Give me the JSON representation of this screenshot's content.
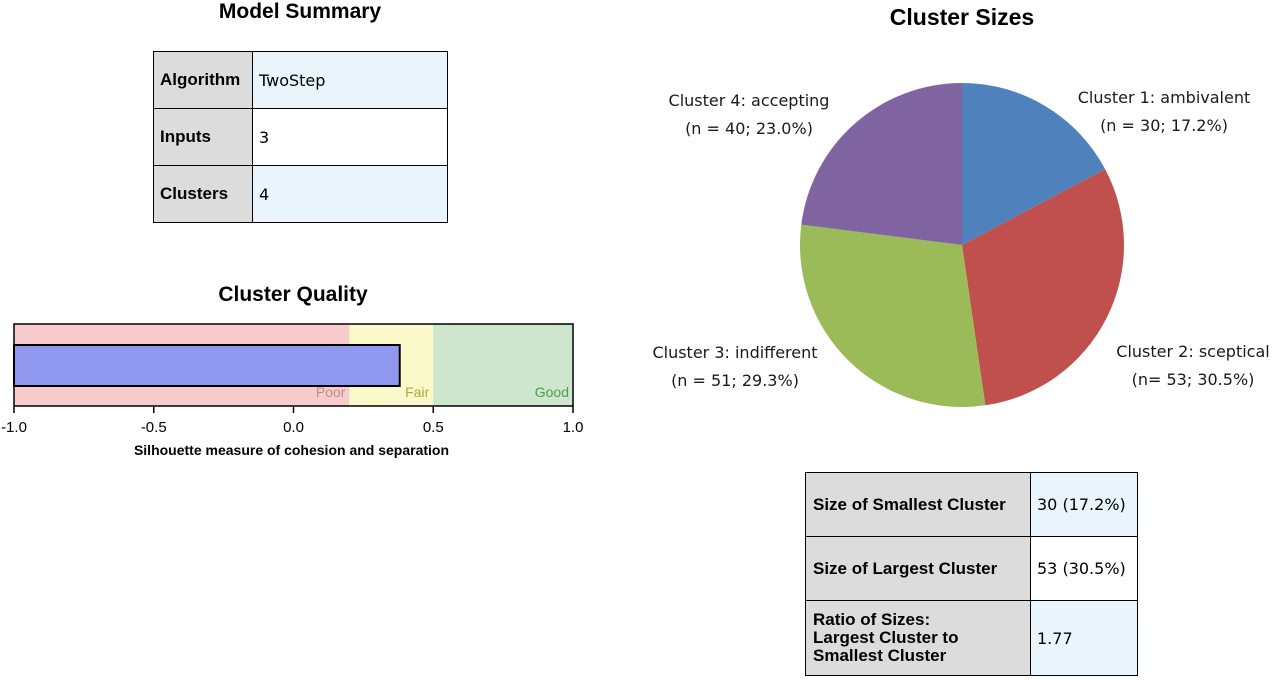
{
  "model_summary": {
    "title": "Model Summary",
    "rows": [
      {
        "label": "Algorithm",
        "value": "TwoStep"
      },
      {
        "label": "Inputs",
        "value": "3"
      },
      {
        "label": "Clusters",
        "value": "4"
      }
    ]
  },
  "cluster_quality": {
    "title": "Cluster Quality",
    "xlabel": "Silhouette measure of cohesion and separation",
    "ticks": [
      "-1.0",
      "-0.5",
      "0.0",
      "0.5",
      "1.0"
    ],
    "xlim": [
      -1.0,
      1.0
    ],
    "zones": [
      {
        "label": "Poor",
        "from": -1.0,
        "to": 0.2,
        "color": "#f8cccc",
        "text_color": "#c58b8b"
      },
      {
        "label": "Fair",
        "from": 0.2,
        "to": 0.5,
        "color": "#f9f9c9",
        "text_color": "#b3a63a"
      },
      {
        "label": "Good",
        "from": 0.5,
        "to": 1.0,
        "color": "#cde6cd",
        "text_color": "#4aa04a"
      }
    ],
    "value": 0.38,
    "bar_color": "#8f97ee"
  },
  "cluster_sizes": {
    "title": "Cluster Sizes",
    "table": [
      {
        "label": "Size of Smallest Cluster",
        "value": "30 (17.2%)"
      },
      {
        "label": "Size of Largest Cluster",
        "value": "53 (30.5%)"
      },
      {
        "label": "Ratio of Sizes: Largest Cluster to Smallest Cluster",
        "label_lines": [
          "Ratio of Sizes:",
          "Largest Cluster to",
          "Smallest Cluster"
        ],
        "value": "1.77"
      }
    ]
  },
  "chart_data": [
    {
      "type": "bar",
      "title": "Cluster Quality",
      "xlabel": "Silhouette measure of cohesion and separation",
      "orientation": "horizontal",
      "values": [
        0.38
      ],
      "xlim": [
        -1.0,
        1.0
      ],
      "xticks": [
        "-1.0",
        "-0.5",
        "0.0",
        "0.5",
        "1.0"
      ],
      "zones": [
        "Poor",
        "Fair",
        "Good"
      ]
    },
    {
      "type": "pie",
      "title": "Cluster Sizes",
      "slices": [
        {
          "name": "Cluster 1: ambivalent",
          "n_label": "(n = 30; 17.2%)",
          "value": 30,
          "percent": 17.2,
          "color": "#4f81bd"
        },
        {
          "name": "Cluster 2: sceptical",
          "n_label": "(n= 53; 30.5%)",
          "value": 53,
          "percent": 30.5,
          "color": "#c0504d"
        },
        {
          "name": "Cluster 3: indifferent",
          "n_label": "(n = 51; 29.3%)",
          "value": 51,
          "percent": 29.3,
          "color": "#9bbb59"
        },
        {
          "name": "Cluster 4: accepting",
          "n_label": "(n = 40; 23.0%)",
          "value": 40,
          "percent": 23.0,
          "color": "#8064a2"
        }
      ]
    }
  ]
}
